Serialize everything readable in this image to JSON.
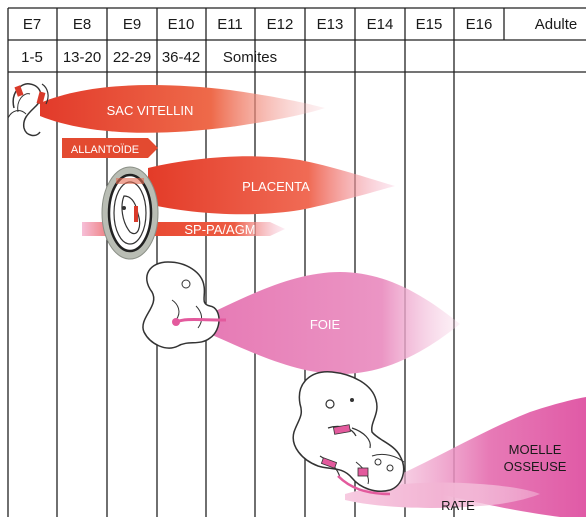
{
  "stages": [
    "E7",
    "E8",
    "E9",
    "E10",
    "E11",
    "E12",
    "E13",
    "E14",
    "E15",
    "E16",
    "Adulte"
  ],
  "somite_counts": [
    "1-5",
    "13-20",
    "22-29",
    "36-42"
  ],
  "somites_label": "Somites",
  "organs": {
    "yolk_sac": "SAC VITELLIN",
    "allantois": "ALLANTOÏDE",
    "placenta": "PLACENTA",
    "sppa_agm": "SP-PA/AGM",
    "liver": "FOIE",
    "bone_marrow_line1": "MOELLE",
    "bone_marrow_line2": "OSSEUSE",
    "spleen": "RATE"
  },
  "colors": {
    "red_orange": "#e8402a",
    "pink": "#e87ab5",
    "pale_pink": "#f7c6df",
    "grid": "#222222"
  }
}
